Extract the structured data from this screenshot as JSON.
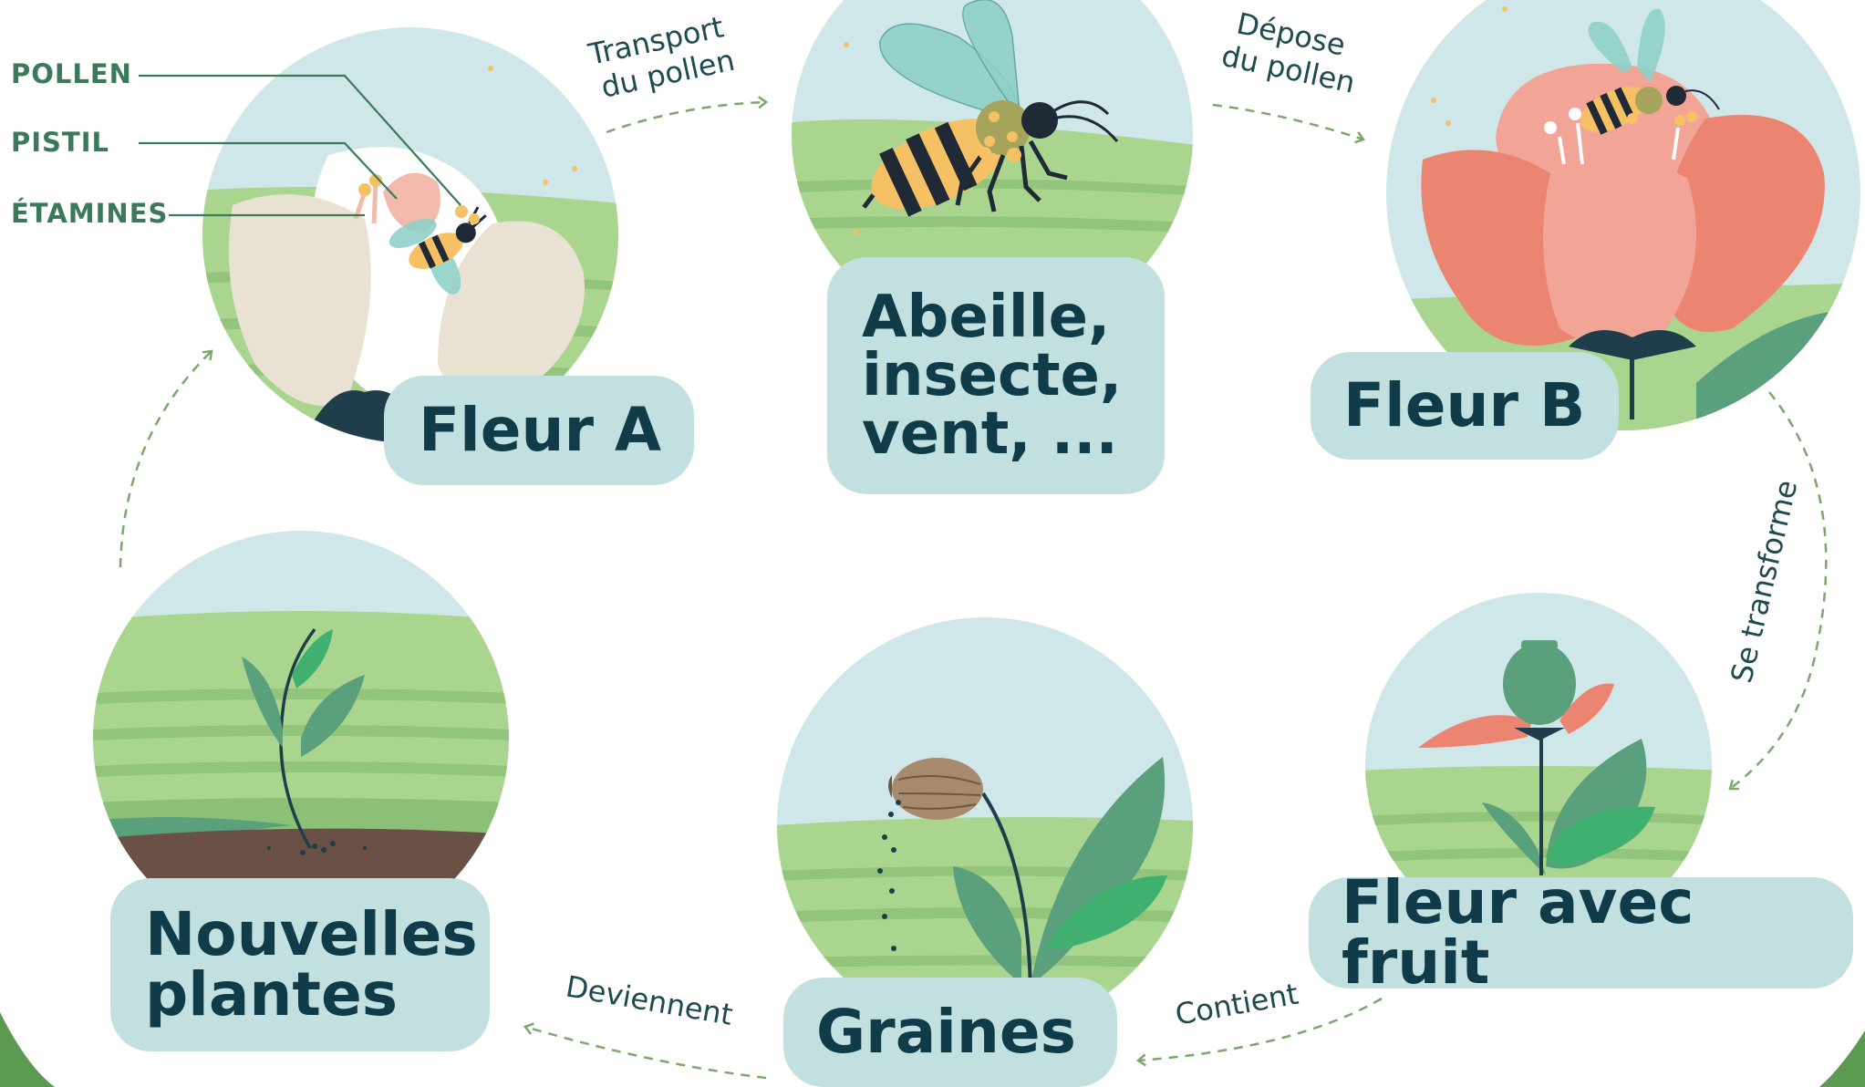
{
  "stages": {
    "fleur_a": "Fleur A",
    "insecte": [
      "Abeille,",
      "insecte,",
      "vent, ..."
    ],
    "fleur_b": "Fleur B",
    "fleur_fruit": "Fleur avec fruit",
    "graines": "Graines",
    "nouvelles": [
      "Nouvelles",
      "plantes"
    ]
  },
  "parts": {
    "pollen": "POLLEN",
    "pistil": "PISTIL",
    "etamines": "ÉTAMINES"
  },
  "transitions": {
    "transport": [
      "Transport",
      "du pollen"
    ],
    "depose": [
      "Dépose",
      "du pollen"
    ],
    "transforme": "Se transforme",
    "contient": "Contient",
    "deviennent": "Deviennent"
  },
  "colors": {
    "sky": "#cfe7e8",
    "grass": "#a9d58f",
    "label_bg": "#c3e0e1",
    "label_text": "#0f3c48",
    "arrow": "#7aa86a",
    "petal_pink": "#ec8472",
    "leaf": "#5aa07c"
  }
}
